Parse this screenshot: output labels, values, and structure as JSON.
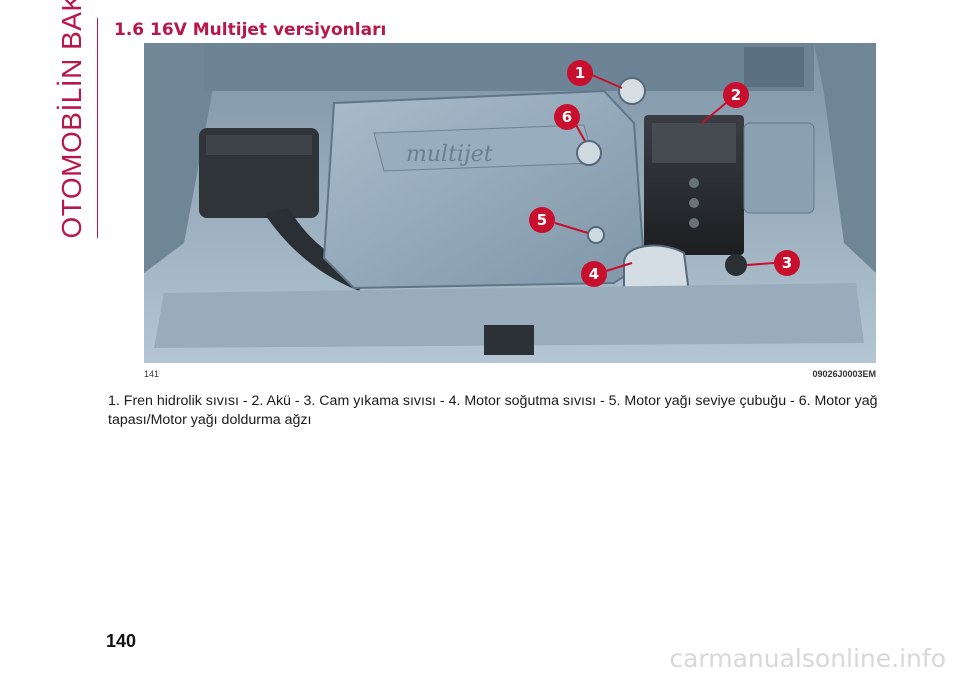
{
  "sidebar": {
    "chapter_title": "OTOMOBİLİN BAKIMI"
  },
  "heading": "1.6 16V Multijet versiyonları",
  "figure": {
    "engine_badge": "multijet",
    "callouts": [
      "1",
      "2",
      "3",
      "4",
      "5",
      "6"
    ],
    "number": "141",
    "code": "09026J0003EM",
    "colors": {
      "callout": "#c8102e",
      "engine": "#8fa6b8",
      "battery": "#2a2d31"
    }
  },
  "caption": "1. Fren hidrolik sıvısı - 2. Akü - 3. Cam yıkama sıvısı - 4. Motor soğutma sıvısı - 5. Motor yağı seviye çubuğu - 6. Motor yağ tapası/Motor yağı doldurma ağzı",
  "page_number": "140",
  "watermark": "carmanualsonline.info"
}
